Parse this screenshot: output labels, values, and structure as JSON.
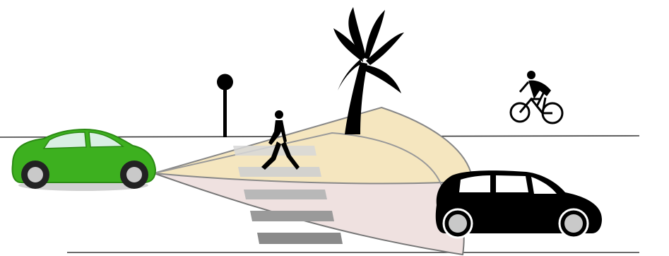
{
  "scene": {
    "colors": {
      "background": "#ffffff",
      "road_line": "#3a3a3a",
      "sensor_cone_near": "#f5e6bf",
      "sensor_cone_far": "#efe1e0",
      "sensor_cone_edge": "#777777",
      "crosswalk": "#bdbdbd",
      "crosswalk_dark": "#8f8f8f",
      "ego_car_body": "#3db01f",
      "ego_car_dark": "#2b8a14",
      "silhouette": "#000000",
      "wheel_rim": "#c9c9c9"
    },
    "elements": [
      {
        "name": "ego-car",
        "icon": "green-car-icon"
      },
      {
        "name": "sensor-field",
        "icon": "detection-cone-icon"
      },
      {
        "name": "pedestrian",
        "icon": "walking-person-icon"
      },
      {
        "name": "palm-tree",
        "icon": "palm-tree-icon"
      },
      {
        "name": "road-sign",
        "icon": "sign-post-icon"
      },
      {
        "name": "cyclist",
        "icon": "bicycle-rider-icon"
      },
      {
        "name": "oncoming-car",
        "icon": "black-car-icon"
      },
      {
        "name": "crosswalk",
        "icon": "zebra-crossing-icon"
      }
    ]
  }
}
